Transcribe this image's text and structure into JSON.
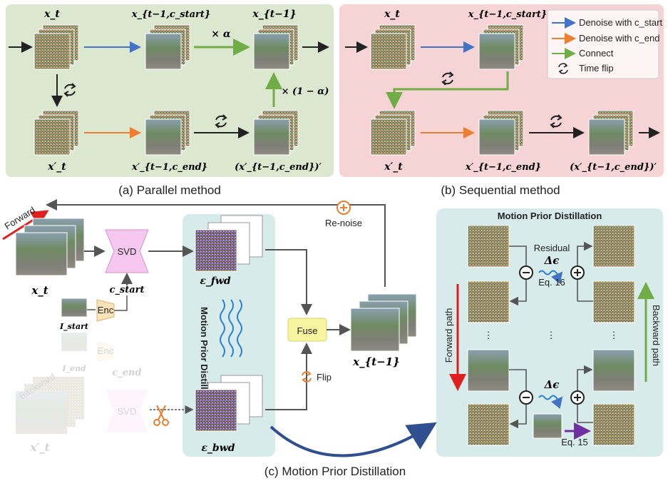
{
  "panel_a": {
    "caption": "(a) Parallel method",
    "x_t": "x_t",
    "x_tm1_start": "x_{t−1,c_start}",
    "x_tm1": "x_{t−1}",
    "x_t_prime": "x′_t",
    "x_tm1_end": "x′_{t−1,c_end}",
    "x_tm1_end_prime": "(x′_{t−1,c_end})′",
    "times_alpha": "× α",
    "times_one_minus_alpha": "× (1 − α)"
  },
  "panel_b": {
    "caption": "(b) Sequential method",
    "x_t": "x_t",
    "x_tm1_start": "x_{t−1,c_start}",
    "x_t_prime": "x′_t",
    "x_tm1_end": "x′_{t−1,c_end}",
    "x_tm1_end_prime": "(x′_{t−1,c_end})′"
  },
  "legend": [
    {
      "label": "Denoise with c_start",
      "color": "#4472c4"
    },
    {
      "label": "Denoise with c_end",
      "color": "#ed7d31"
    },
    {
      "label": "Connect",
      "color": "#70ad47"
    },
    {
      "label": "Time flip",
      "color": "#222222"
    }
  ],
  "panel_c": {
    "caption": "(c) Motion Prior Distillation",
    "forward": "Forward",
    "backward": "Backward",
    "svd": "SVD",
    "enc": "Enc",
    "c_start": "c_start",
    "c_end": "c_end",
    "i_start": "I_start",
    "i_end": "I_end",
    "x_t": "x_t",
    "x_t_prime": "x′_t",
    "eps_fwd": "ε_fwd",
    "eps_bwd": "ε_bwd",
    "mpd_vertical": "Motion Prior Distillation",
    "fuse": "Fuse",
    "flip": "Flip",
    "renoise": "Re-noise",
    "x_tm1": "x_{t−1}"
  },
  "mpd_panel": {
    "title": "Motion Prior Distillation",
    "residual": "Residual",
    "delta_eps": "Δϵ",
    "eq16": "Eq. 16",
    "eq15": "Eq. 15",
    "forward_path": "Forward path",
    "backward_path": "Backward path",
    "dots": "⋮"
  },
  "colors": {
    "green_bg": "#dbe8cf",
    "pink_bg": "#f6d3d5",
    "teal_bg": "#d6ebea",
    "blue": "#4472c4",
    "orange": "#ed7d31",
    "green": "#70ad47",
    "red": "#e02020",
    "purple": "#7030a0",
    "svd_pink": "#f6c8f0",
    "fuse_yellow": "#f7f5a0"
  }
}
